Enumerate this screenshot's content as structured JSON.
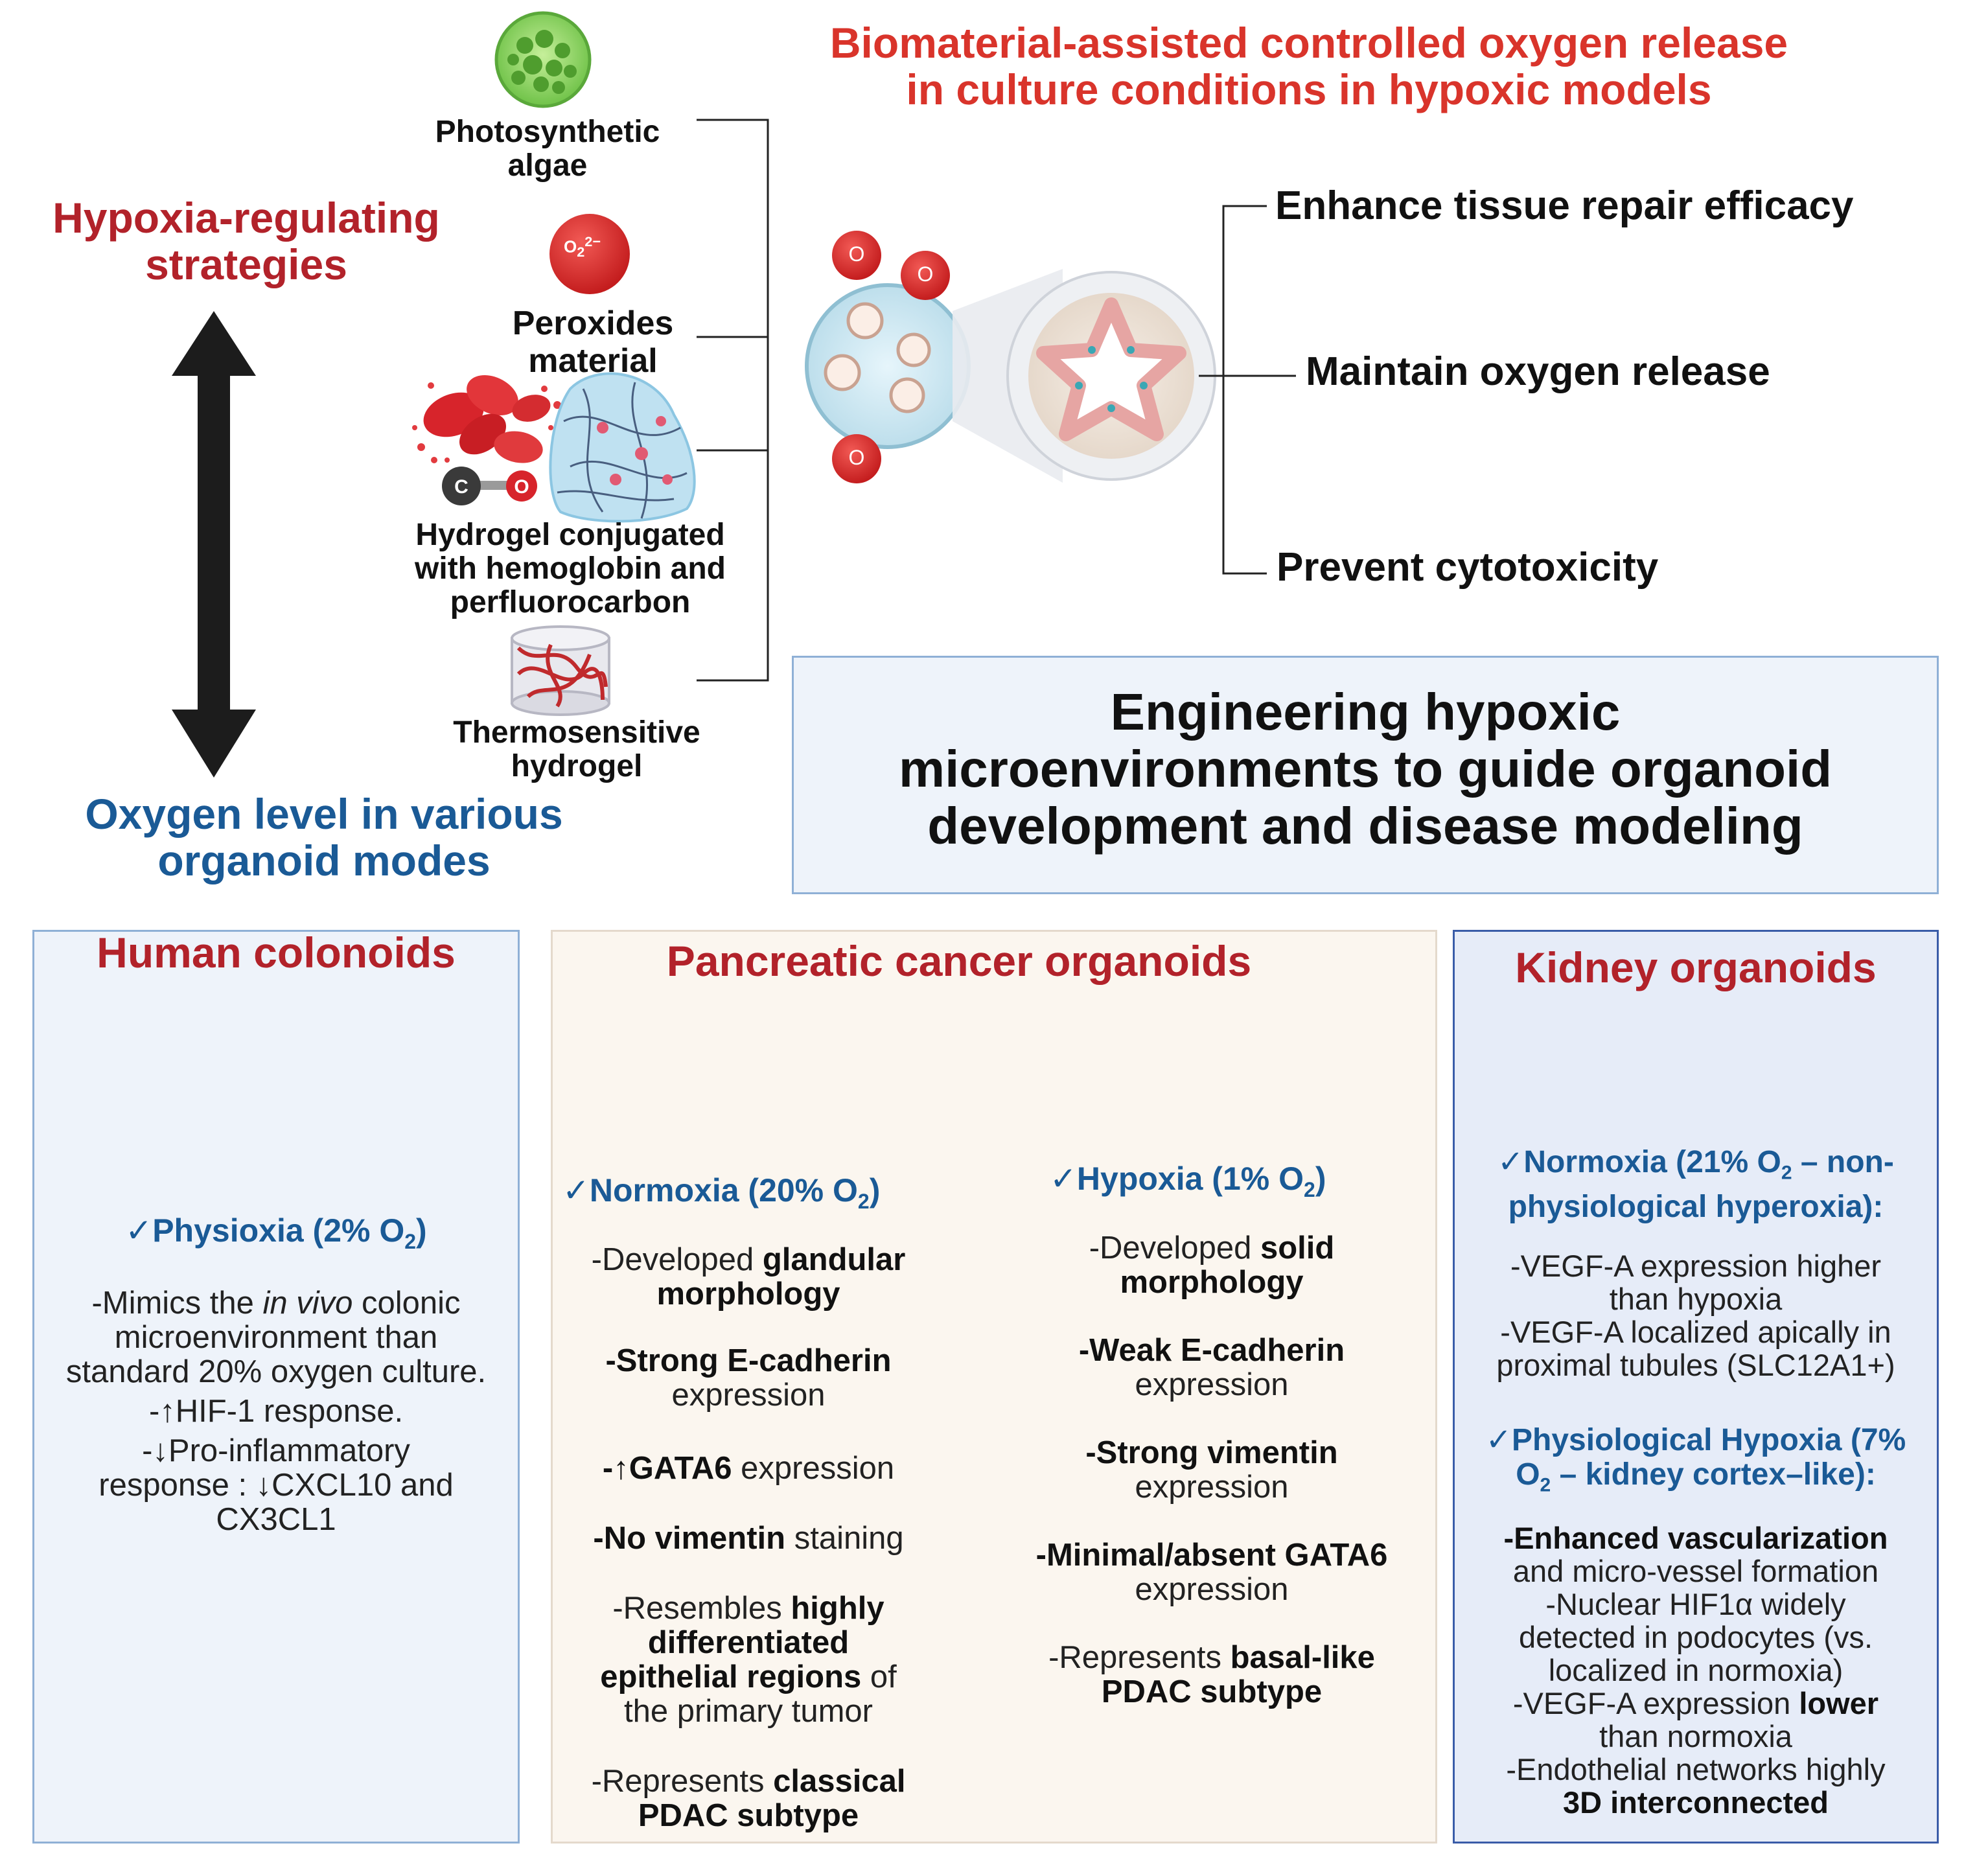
{
  "header": {
    "title_line1": "Biomaterial-assisted controlled oxygen release",
    "title_line2": "in culture conditions in hypoxic models"
  },
  "left": {
    "strategies_line1": "Hypoxia-regulating",
    "strategies_line2": "strategies",
    "oxygen_line1": "Oxygen level in various",
    "oxygen_line2": "organoid modes"
  },
  "materials": {
    "algae_line1": "Photosynthetic",
    "algae_line2": "algae",
    "peroxide_symbol": "O",
    "peroxide_sup": "2−",
    "peroxide_sub": "2",
    "peroxides_line1": "Peroxides",
    "peroxides_line2": "material",
    "co_c": "C",
    "co_o": "O",
    "hydrogel_line1": "Hydrogel conjugated",
    "hydrogel_line2": "with hemoglobin and",
    "hydrogel_line3": "perfluorocarbon",
    "thermo_line1": "Thermosensitive",
    "thermo_line2": "hydrogel"
  },
  "oxygen_bubble_label": "O",
  "outcomes": [
    "Enhance tissue repair efficacy",
    "Maintain oxygen release",
    "Prevent cytotoxicity"
  ],
  "center_box": {
    "line1": "Engineering hypoxic",
    "line2": "microenvironments to guide organoid",
    "line3": "development and disease modeling"
  },
  "colonoids": {
    "title": "Human colonoids",
    "check": "✓",
    "condition_text": "Physioxia (2% O",
    "condition_sub": "2",
    "condition_end": ")",
    "p1_a": "-Mimics the ",
    "p1_b": "in vivo",
    "p1_c": " colonic",
    "p1_line2": "microenvironment than",
    "p1_line3": "standard 20% oxygen culture.",
    "p2": "-↑HIF-1 response.",
    "p3_line1": "-↓Pro-inflammatory",
    "p3_line2": "response : ↓CXCL10 and",
    "p3_line3": "CX3CL1"
  },
  "pancreatic": {
    "title": "Pancreatic cancer organoids",
    "normoxia": {
      "check": "✓",
      "label": "Normoxia (20% O",
      "sub": "2",
      "end": ")",
      "i1_a": "-Developed ",
      "i1_b": "glandular",
      "i1_line2": "morphology",
      "i2_line1": "-Strong E-cadherin",
      "i2_line2": "expression",
      "i3_a": "-↑GATA6",
      "i3_b": " expression",
      "i4_a": "-No vimentin",
      "i4_b": " staining",
      "i5_a": "-Resembles ",
      "i5_b": "highly",
      "i5_line2": "differentiated",
      "i5_line3_a": "epithelial regions",
      "i5_line3_b": " of",
      "i5_line4": "the primary tumor",
      "i6_a": "-Represents ",
      "i6_b": "classical",
      "i6_line2": "PDAC subtype"
    },
    "hypoxia": {
      "check": "✓",
      "label": "Hypoxia (1% O",
      "sub": "2",
      "end": ")",
      "i1_a": "-Developed ",
      "i1_b": "solid",
      "i1_line2": "morphology",
      "i2_line1": "-Weak E-cadherin",
      "i2_line2": "expression",
      "i3_line1": "-Strong vimentin",
      "i3_line2": "expression",
      "i4_line1": "-Minimal/absent GATA6",
      "i4_line2": "expression",
      "i5_a": "-Represents ",
      "i5_b": "basal-like",
      "i5_line2": "PDAC subtype"
    }
  },
  "kidney": {
    "title": "Kidney organoids",
    "normoxia": {
      "check": "✓",
      "line1_a": "Normoxia (21% O",
      "line1_sub": "2",
      "line1_b": " – non-",
      "line2": "physiological hyperoxia):",
      "i1_line1": "-VEGF-A expression higher",
      "i1_line2": "than hypoxia",
      "i2_line1": "-VEGF-A localized apically in",
      "i2_line2": "proximal tubules (SLC12A1+)"
    },
    "hypoxia": {
      "check": "✓",
      "line1": "Physiological Hypoxia (7%",
      "line2_a": "O",
      "line2_sub": "2",
      "line2_b": " – kidney cortex–like):",
      "i1_line1": "-Enhanced vascularization",
      "i1_line2": "and micro-vessel formation",
      "i2_line1": "-Nuclear HIF1α widely",
      "i2_line2": "detected in podocytes (vs.",
      "i2_line3": "localized in normoxia)",
      "i3_a": "-VEGF-A expression ",
      "i3_b": "lower",
      "i3_line2": "than normoxia",
      "i4_line1": "-Endothelial networks highly",
      "i4_line2": "3D interconnected"
    }
  },
  "colors": {
    "red_title": "#d9342b",
    "dark_red": "#b2222a",
    "blue_title": "#1a5a96",
    "box_border": "#8fb0d6",
    "box_fill": "#eef3fa",
    "panc_fill": "#fbf6ef",
    "kidney_fill": "#e6ecf8",
    "kidney_border": "#3a5ca8"
  }
}
